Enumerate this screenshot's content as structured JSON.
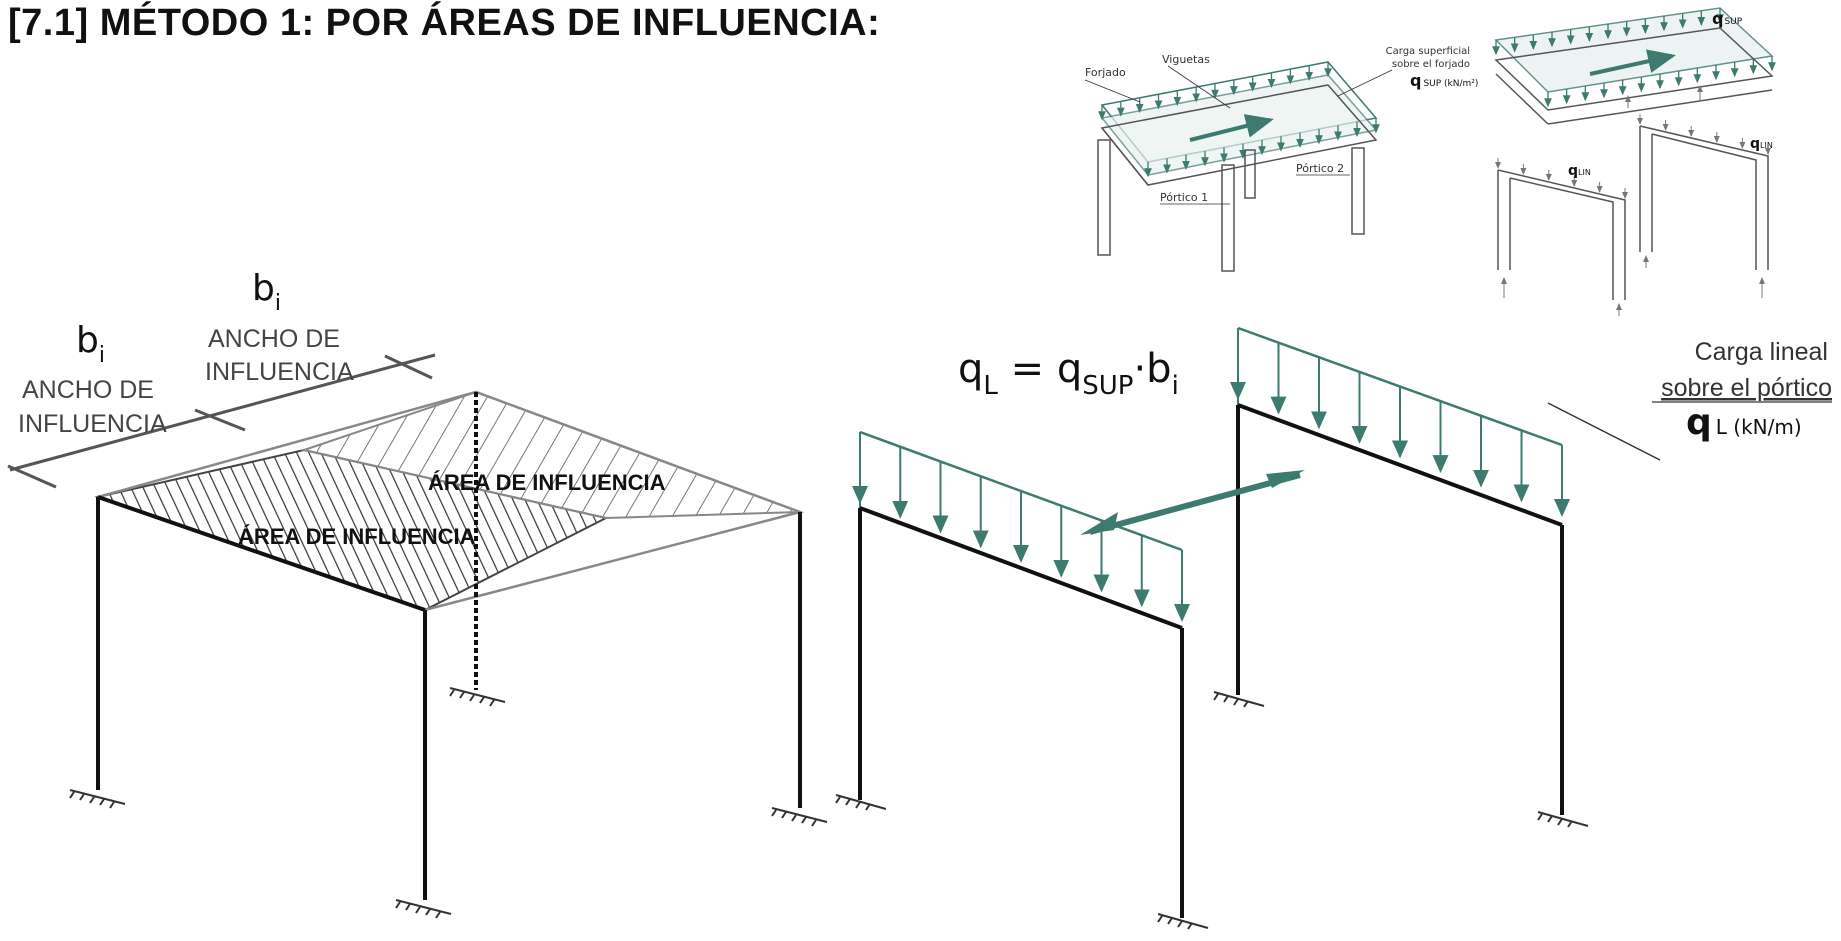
{
  "title": "[7.1]  MÉTODO 1: POR ÁREAS DE  INFLUENCIA:",
  "colors": {
    "load": "#3d7a70",
    "structure": "#111111",
    "gray": "#666666"
  },
  "left_frame": {
    "b_symbol": "b",
    "b_sub": "i",
    "width_label_line1": "ANCHO DE",
    "width_label_line2": "INFLUENCIA",
    "area_label_1": "ÁREA DE INFLUENCIA",
    "area_label_2": "ÁREA DE INFLUENCIA"
  },
  "formula": {
    "q": "q",
    "sub_L": "L",
    "eq": "=",
    "sub_SUP": "SUP",
    "dot": "·",
    "b": "b",
    "sub_i": "i"
  },
  "right_frames": {
    "label_line1": "Carga lineal",
    "label_line2": "sobre el pórtico",
    "q_symbol": "q",
    "q_units": "L (kN/m)"
  },
  "top_left_diagram": {
    "forjado": "Forjado",
    "viguetas": "Viguetas",
    "carga_line1": "Carga superficial",
    "carga_line2": "sobre el forjado",
    "q_symbol": "q",
    "q_sub": "SUP (kN/m²)",
    "portico1": "Pórtico 1",
    "portico2": "Pórtico 2"
  },
  "top_right_diagram": {
    "q_sup": "SUP",
    "q_lin": "LIN",
    "q_symbol": "q"
  }
}
